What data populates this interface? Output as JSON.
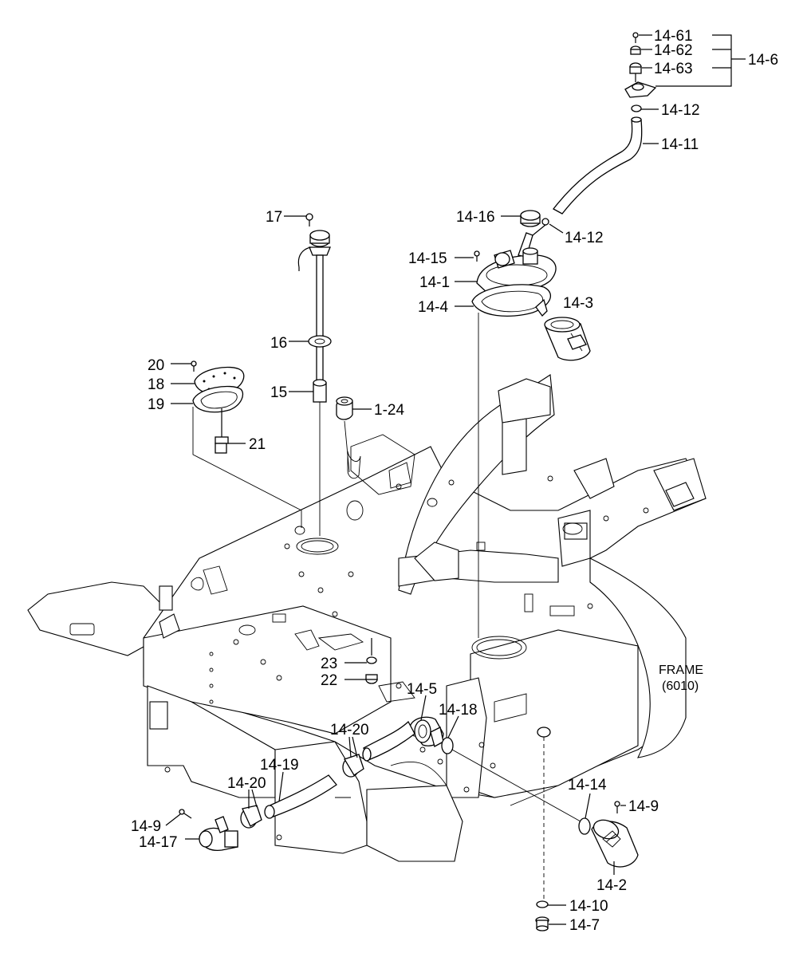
{
  "frame_label": {
    "line1": "FRAME",
    "line2": "(6010)"
  },
  "callouts": {
    "c14_61": "14-61",
    "c14_62": "14-62",
    "c14_63": "14-63",
    "c14_6": "14-6",
    "c14_12a": "14-12",
    "c14_11": "14-11",
    "c14_16": "14-16",
    "c14_12b": "14-12",
    "c14_15": "14-15",
    "c14_1": "14-1",
    "c14_4": "14-4",
    "c14_3": "14-3",
    "c17": "17",
    "c16": "16",
    "c15": "15",
    "c20": "20",
    "c18": "18",
    "c19": "19",
    "c1_24": "1-24",
    "c21": "21",
    "c23": "23",
    "c22": "22",
    "c14_5": "14-5",
    "c14_18": "14-18",
    "c14_20a": "14-20",
    "c14_19": "14-19",
    "c14_20b": "14-20",
    "c14_9a": "14-9",
    "c14_17": "14-17",
    "c14_14": "14-14",
    "c14_9b": "14-9",
    "c14_2": "14-2",
    "c14_10": "14-10",
    "c14_7": "14-7"
  }
}
